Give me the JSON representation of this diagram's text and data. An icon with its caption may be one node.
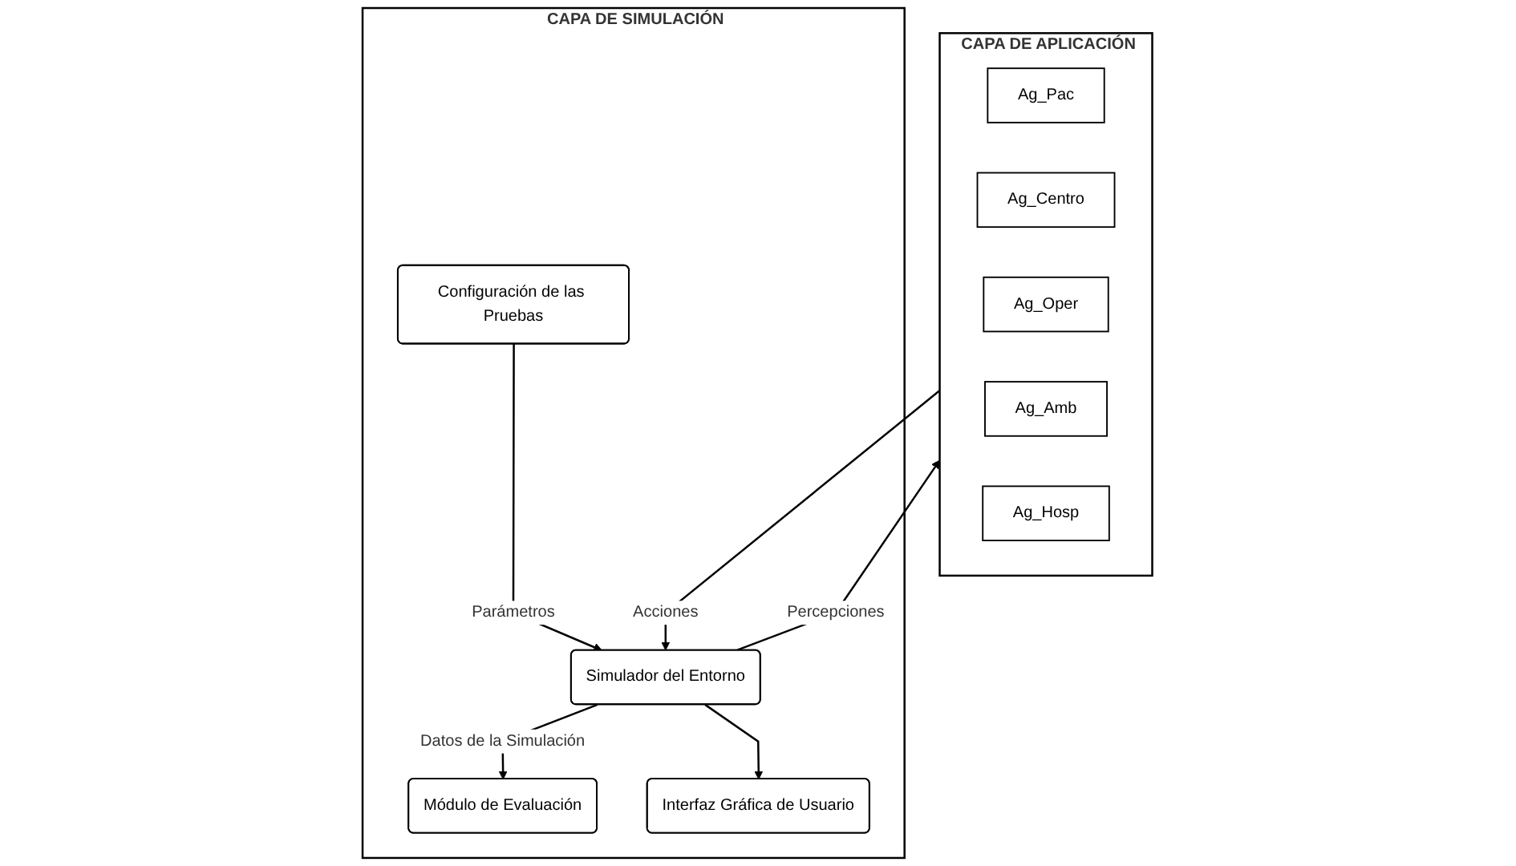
{
  "diagram": {
    "nodes": [
      {
        "text": [
          "CAPA DE APLICACIÓN"
        ]
      },
      {
        "text": [
          "Ag_Pac"
        ],
        "in": 0
      },
      {
        "text": [
          "Ag_Centro"
        ],
        "in": 0
      },
      {
        "text": [
          "Ag_Oper"
        ],
        "in": 0
      },
      {
        "text": [
          "Ag_Amb"
        ],
        "in": 0
      },
      {
        "text": [
          "Ag_Hosp"
        ],
        "in": 0
      },
      {
        "text": [
          "CAPA DE SIMULACIÓN"
        ]
      },
      {
        "text": [
          "Simulador del Entorno"
        ],
        "in": 6
      },
      {
        "text": [
          "Configuración de las Pruebas"
        ],
        "in": 6
      },
      {
        "text": [
          "Módulo de Evaluación"
        ],
        "in": 6
      },
      {
        "text": [
          "Interfaz Gráfica de Usuario"
        ],
        "in": 6
      }
    ],
    "edges": [
      {
        "from": 0,
        "to": 7,
        "arrow": "to",
        "label": "Acciones"
      },
      {
        "from": 7,
        "to": 0,
        "arrow": "to",
        "label": "Percepciones"
      },
      {
        "from": 8,
        "to": 7,
        "arrow": "to",
        "label": "Parámetros"
      },
      {
        "from": 7,
        "to": 9,
        "arrow": "to",
        "label": "Datos de la Simulación"
      },
      {
        "from": 7,
        "to": 10,
        "arrow": "to"
      }
    ]
  }
}
